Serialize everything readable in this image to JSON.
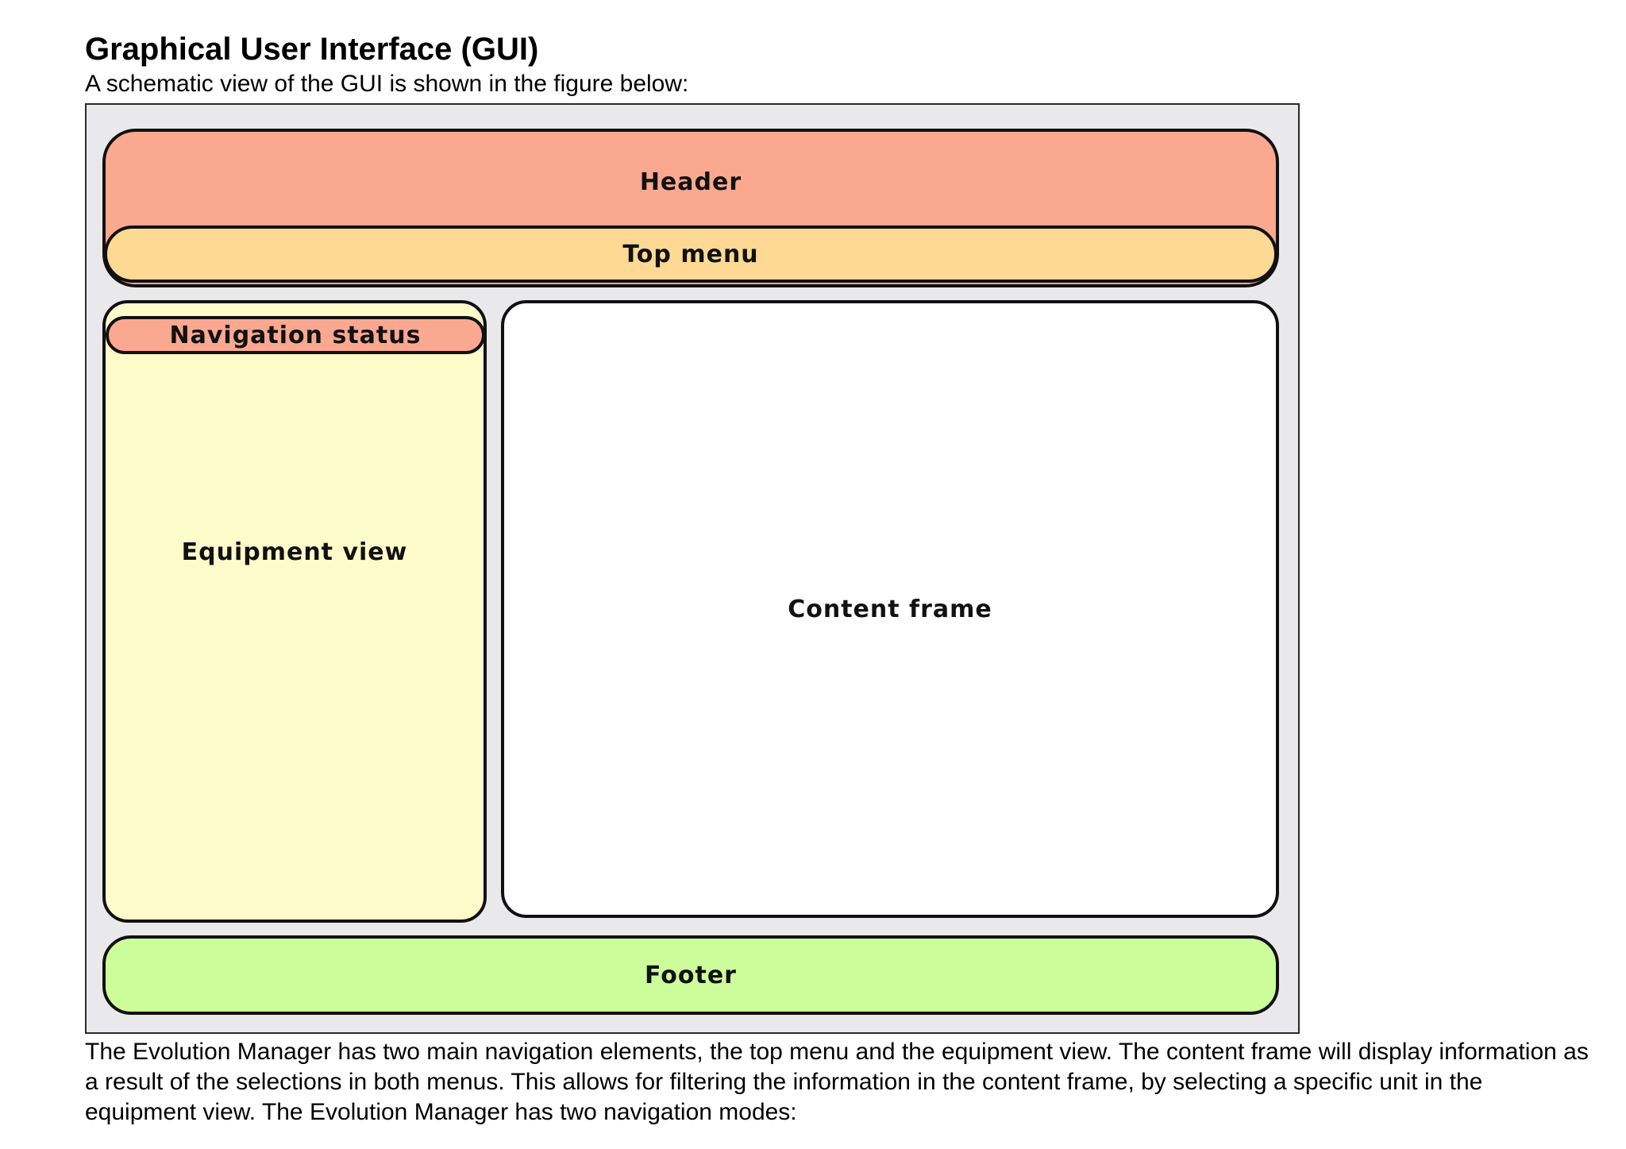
{
  "document": {
    "title": "Graphical User Interface (GUI)",
    "intro": "A schematic view of the GUI is shown in the figure below:",
    "paragraph": "The Evolution Manager has two main navigation elements, the top menu and the equipment view. The content frame will display information as a result of the selections in both menus. This allows for filtering the information in the content frame, by selecting a specific unit in the equipment view. The Evolution Manager has two navigation modes:"
  },
  "figure": {
    "header_label": "Header",
    "top_menu_label": "Top menu",
    "navigation_status_label": "Navigation status",
    "equipment_view_label": "Equipment view",
    "content_frame_label": "Content frame",
    "footer_label": "Footer",
    "colors": {
      "background": "#e9e8ea",
      "header": "#fba891",
      "top_menu": "#fdd993",
      "navigation_status": "#fba891",
      "equipment_view": "#fefbca",
      "content_frame": "#ffffff",
      "footer": "#cdfd9b"
    }
  }
}
